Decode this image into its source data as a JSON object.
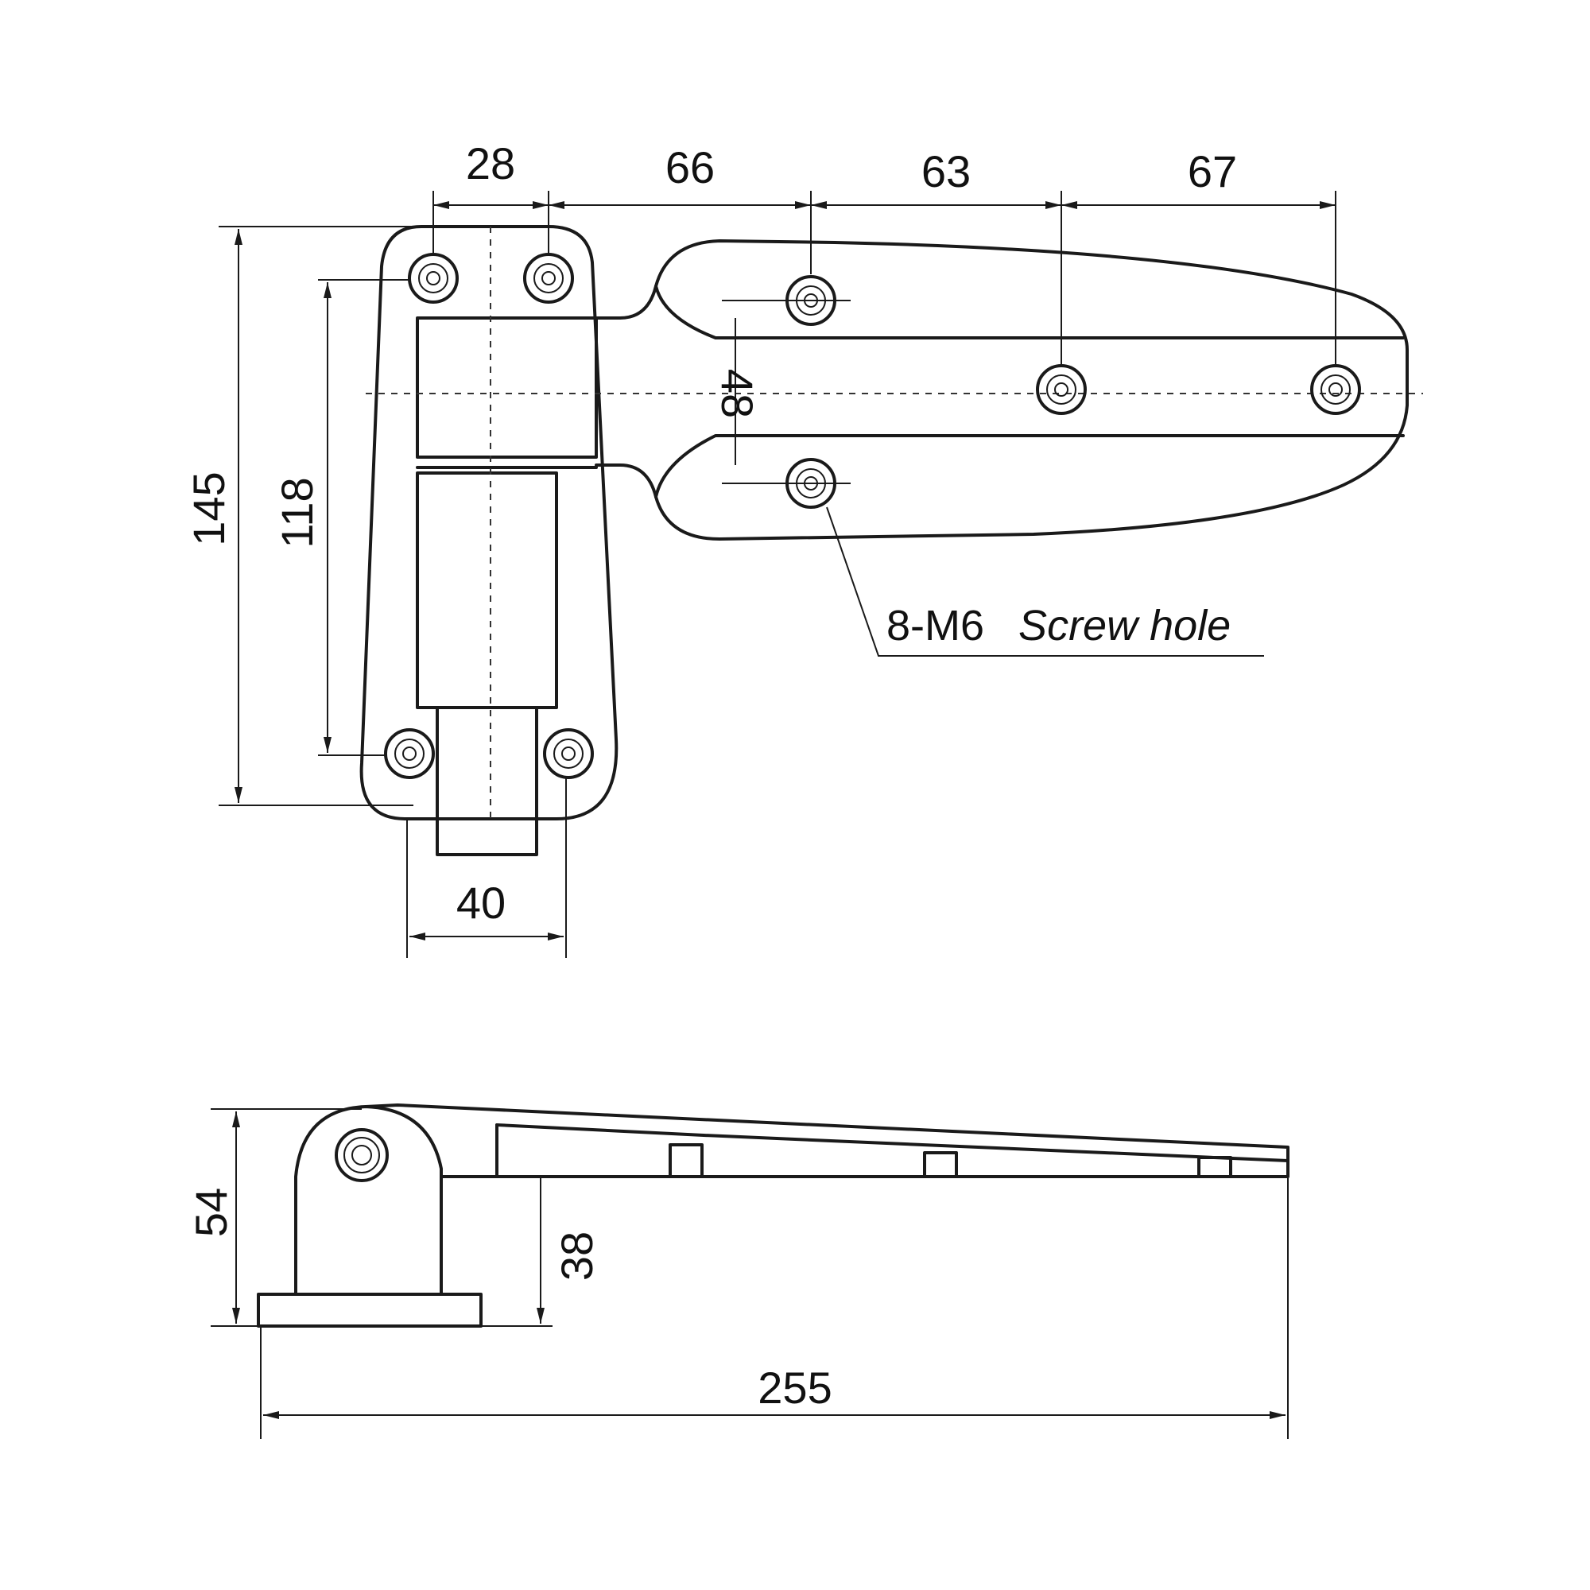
{
  "dimensions": {
    "top_28": "28",
    "top_66": "66",
    "top_63": "63",
    "top_67": "67",
    "height_145": "145",
    "height_118": "118",
    "width_48": "48",
    "bottom_40": "40",
    "side_54": "54",
    "side_38": "38",
    "overall_255": "255"
  },
  "callout": {
    "prefix": "8-M6",
    "label": "Screw hole"
  },
  "colors": {
    "line": "#1a1a1a",
    "background": "#ffffff"
  }
}
